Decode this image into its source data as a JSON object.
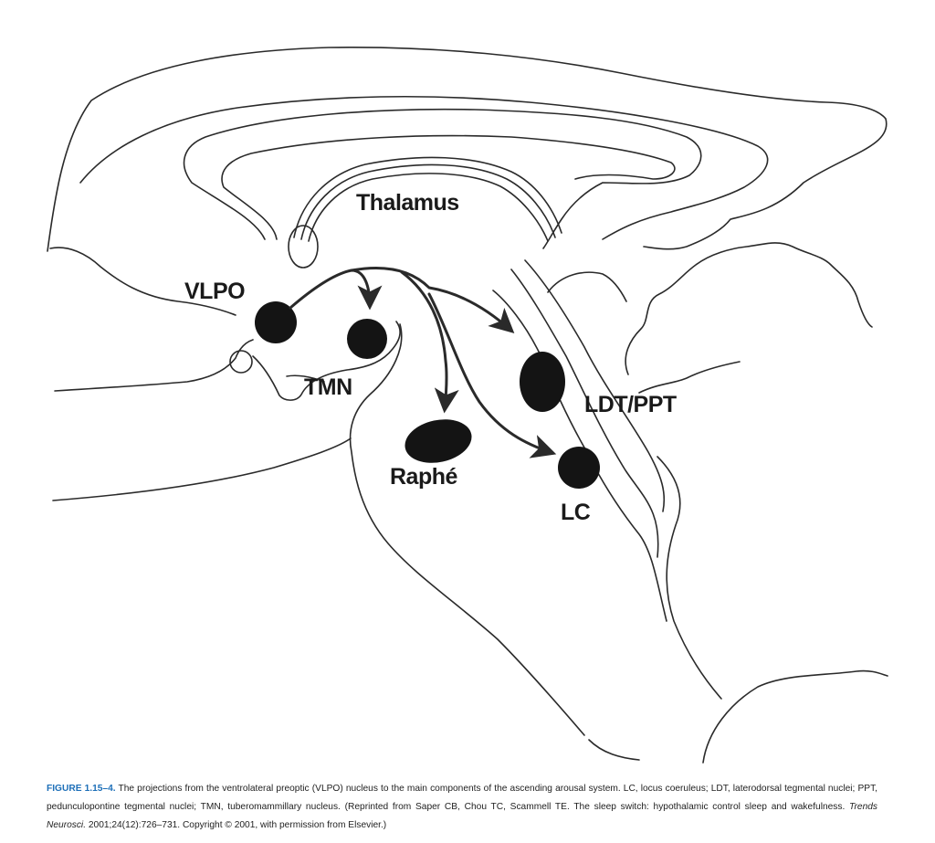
{
  "labels": {
    "thalamus": "Thalamus",
    "vlpo": "VLPO",
    "tmn": "TMN",
    "ldt_ppt": "LDT/PPT",
    "raphe": "Raphé",
    "lc": "LC"
  },
  "caption": {
    "label": "FIGURE 1.15–4.",
    "text_before": " The projections from the ventrolateral preoptic (VLPO) nucleus to the main components of the ascending arousal system. LC, locus coeruleus; LDT, laterodorsal tegmental nuclei; PPT, pedunculopontine tegmental nuclei; TMN, tuberomammillary nucleus. (Reprinted from Saper CB, Chou TC, Scammell TE. The sleep switch: hypothalamic control sleep and wakefulness. ",
    "journal": "Trends Neurosci.",
    "text_after": " 2001;24(12):726–731. Copyright © 2001, with permission from Elsevier.)"
  },
  "colors": {
    "caption_label": "#1d6fb8",
    "line": "#2a2a2a",
    "nucleus_fill": "#141414"
  }
}
